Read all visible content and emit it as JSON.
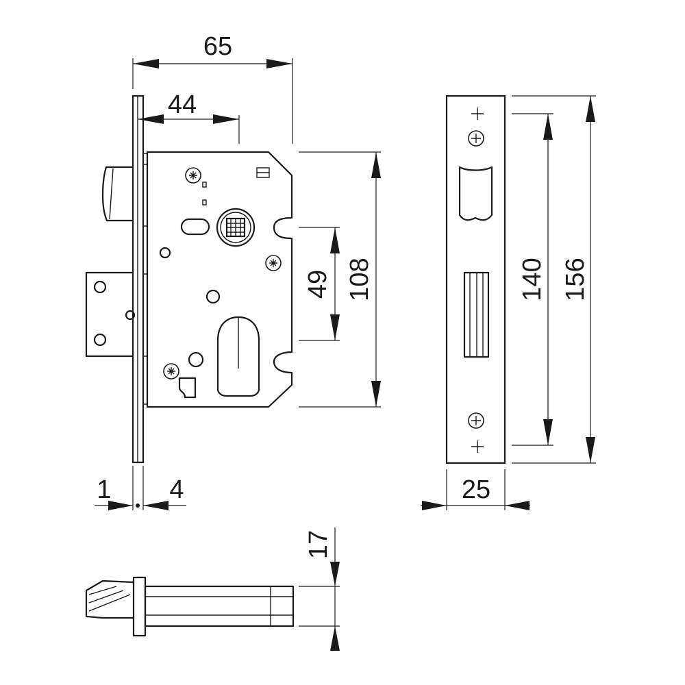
{
  "diagram": {
    "dimensions": {
      "width_65": "65",
      "backset_44": "44",
      "forend_1": "1",
      "forend_4": "4",
      "centres_49": "49",
      "case_height_108": "108",
      "screw_centres_140": "140",
      "forend_height_156": "156",
      "forend_width_25": "25",
      "bolt_throw_17": "17"
    },
    "views": [
      "side-view",
      "front-view-forend",
      "bottom-view"
    ]
  }
}
